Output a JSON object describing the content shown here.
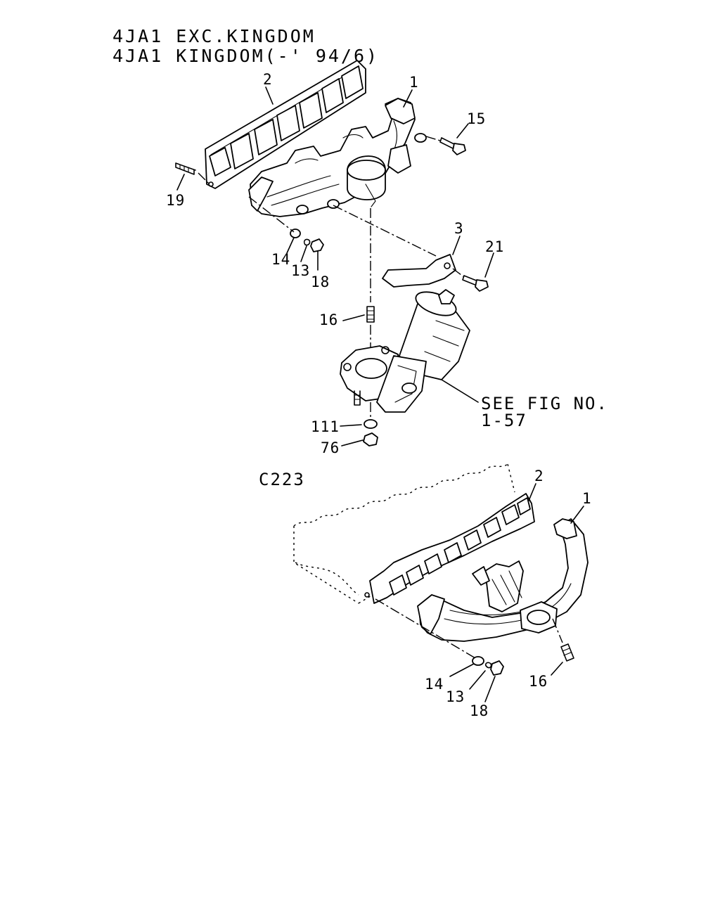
{
  "header": {
    "line1": "4JA1 EXC.KINGDOM",
    "line2": "4JA1 KINGDOM(-' 94/6)"
  },
  "variant_code": "C223",
  "reference": {
    "line1": "SEE FIG NO.",
    "line2": "1-57"
  },
  "upper_callouts": {
    "c1": "1",
    "c2": "2",
    "c3": "3",
    "c13": "13",
    "c14": "14",
    "c15": "15",
    "c16": "16",
    "c18": "18",
    "c19": "19",
    "c21": "21",
    "c76": "76",
    "c111": "111"
  },
  "lower_callouts": {
    "c1": "1",
    "c2": "2",
    "c13": "13",
    "c14": "14",
    "c16": "16",
    "c18": "18"
  }
}
